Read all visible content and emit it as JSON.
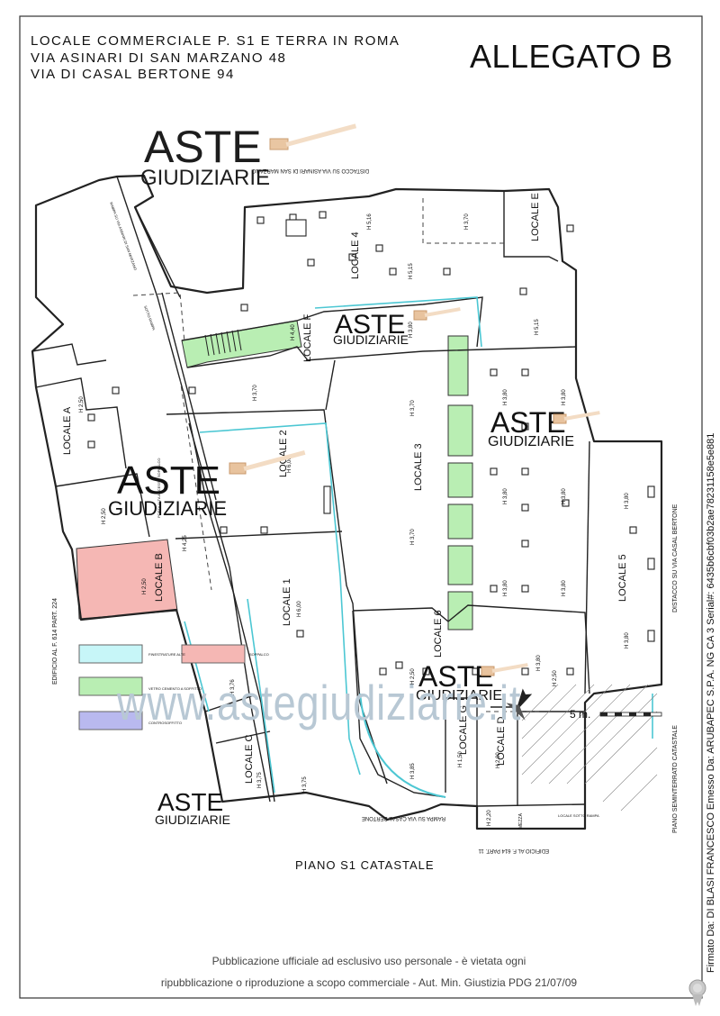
{
  "header": {
    "line1": "LOCALE COMMERCIALE P. S1 E TERRA IN ROMA",
    "line2": "VIA ASINARI DI SAN MARZANO 48",
    "line3": "VIA DI CASAL BERTONE 94",
    "allegato": "ALLEGATO B"
  },
  "watermark": {
    "aste": "ASTE",
    "giudiziarie": "GIUDIZIARIE",
    "site": "www.astegiudiziarie.it"
  },
  "plan": {
    "rooms": {
      "locale_a": "LOCALE A",
      "locale_b": "LOCALE B",
      "locale_c": "LOCALE C",
      "locale_d": "LOCALE D",
      "locale_e": "LOCALE E",
      "locale_f": "LOCALE F",
      "locale_g": "LOCALE G",
      "locale_1": "LOCALE 1",
      "locale_2": "LOCALE 2",
      "locale_3": "LOCALE 3",
      "locale_4": "LOCALE 4",
      "locale_5": "LOCALE 5",
      "locale_6": "LOCALE 6"
    },
    "heights": {
      "h_a": "H 2,50",
      "h_a2": "H 2,50",
      "h_b": "H 2,50",
      "h_c": "H 3,75",
      "h_d": "H 2,00",
      "h_g": "H 1,50",
      "h_f": "H 4,40",
      "h_1": "H 6,00",
      "h_2": "H 6,00",
      "h_370a": "H 3,70",
      "h_425": "H 4,25",
      "h_376": "H 3,76",
      "h_375": "H 3,75",
      "h_3a": "H 3,70",
      "h_3b": "H 3,70",
      "h_380a": "H 3,80",
      "h_380b": "H 3,80",
      "h_380c": "H 3,80",
      "h_380d": "H 3,80",
      "h_380e": "H 3,80",
      "h_380f": "H 3,80",
      "h_380g": "H 3,80",
      "h_380h": "H 3,80",
      "h_380i": "H 3,80",
      "h_380j": "H 3,80",
      "h_516": "H 5,16",
      "h_515a": "H 5,15",
      "h_515b": "H 5,15",
      "h_370b": "H 3,70",
      "h_6a": "H 2,50",
      "h_6b": "H 2,50",
      "h_385": "H 3,85",
      "h_220": "H 2,20"
    },
    "labels": {
      "distacco_top": "DISTACCO SU VIA ASINARI DI SAN MARZANO",
      "distacco_right": "DISTACCO SU VIA CASAL BERTONE",
      "piano_seminterrato": "PIANO SEMINTERRATO CATASTALE",
      "edificio_left": "EDIFICIO AL F. 614 PART. 224",
      "edificio_bottom": "EDIFICIO AL F. 614 PART. 11",
      "rampa_bottom": "RAMPA SU VIA CASAL BERTONE",
      "rampa_left": "RAMPA SU VIA ASINARI DI SAN MARZANO",
      "sotto_rampa": "SOTTO RAMPA",
      "piano_s1": "PIANO S1 CATASTALE",
      "porta_alta": "PORTA ALTA ACCESSO SOPPALCO",
      "locale_sotto_rampa": "LOCALE SOTTO RAMPA",
      "mezza": "MEZZA"
    },
    "legend": [
      {
        "label": "FINESTRATURE ALTE",
        "color": "#c7f6f8"
      },
      {
        "label": "SOPPALCO",
        "color": "#f5b7b4"
      },
      {
        "label": "VETRO CEMENTO A SOFFITTO",
        "color": "#b9eeb3"
      },
      {
        "label": "CONTROSOFFITTO",
        "color": "#b9b9ef"
      }
    ],
    "scale_label": "5 m."
  },
  "footer": {
    "line1": "Pubblicazione ufficiale ad esclusivo uso personale - è vietata ogni",
    "line2": "ripubblicazione o riproduzione a scopo commerciale - Aut. Min. Giustizia PDG 21/07/09"
  },
  "signature": "Firmato Da: DI BLASI FRANCESCO Emesso Da: ARUBAPEC S.P.A. NG CA 3 Serial#: 6435b6cbf03b2ae78231158e5e881"
}
